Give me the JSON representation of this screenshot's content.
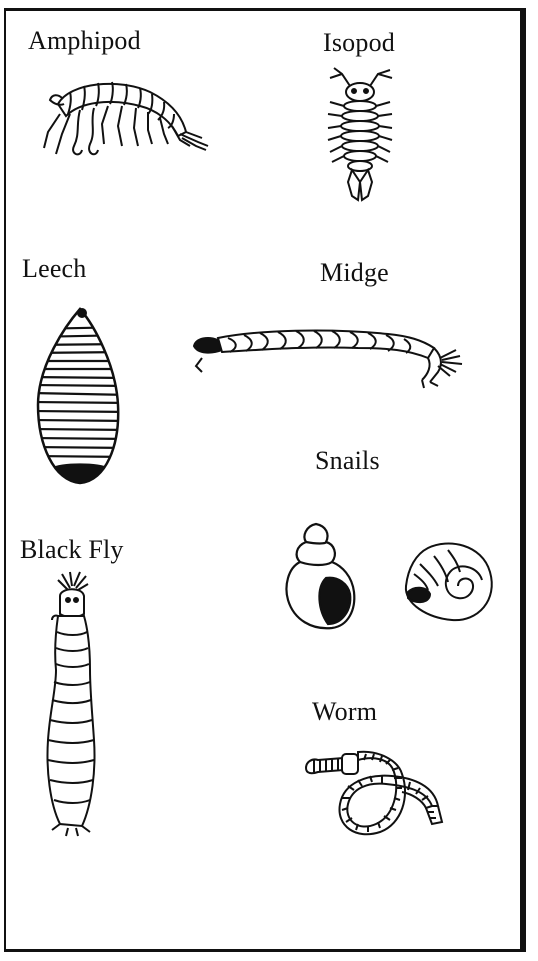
{
  "organisms": {
    "amphipod": {
      "label": "Amphipod",
      "icon": "amphipod-icon"
    },
    "isopod": {
      "label": "Isopod",
      "icon": "isopod-icon"
    },
    "leech": {
      "label": "Leech",
      "icon": "leech-icon"
    },
    "midge": {
      "label": "Midge",
      "icon": "midge-icon"
    },
    "snails": {
      "label": "Snails",
      "icon": "snail-icon"
    },
    "black_fly": {
      "label": "Black Fly",
      "icon": "black-fly-icon"
    },
    "worm": {
      "label": "Worm",
      "icon": "worm-icon"
    }
  },
  "colors": {
    "ink": "#111111",
    "paper": "#ffffff"
  }
}
